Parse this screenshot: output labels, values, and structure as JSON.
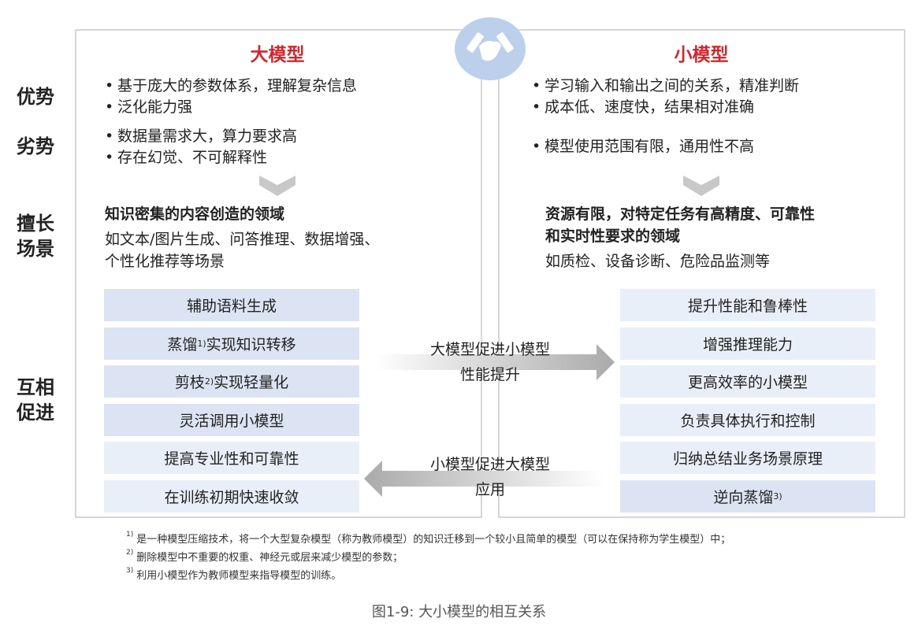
{
  "columns": {
    "big": {
      "title": "大模型"
    },
    "small": {
      "title": "小模型"
    }
  },
  "row_labels": {
    "advantage": "优势",
    "disadvantage": "劣势",
    "scene_1": "擅长",
    "scene_2": "场景",
    "mutual_1": "互相",
    "mutual_2": "促进"
  },
  "big": {
    "advantages": [
      "基于庞大的参数体系，理解复杂信息",
      "泛化能力强"
    ],
    "disadvantages": [
      "数据量需求大，算力要求高",
      "存在幻觉、不可解释性"
    ],
    "scene_title": "知识密集的内容创造的领域",
    "scene_desc": [
      "如文本/图片生成、问答推理、数据增强、",
      "个性化推荐等场景"
    ],
    "boxes": [
      {
        "text": "辅助语料生成",
        "sup": ""
      },
      {
        "text": "蒸馏",
        "sup": "1)",
        "rest": "实现知识转移"
      },
      {
        "text": "剪枝",
        "sup": "2)",
        "rest": "实现轻量化"
      },
      {
        "text": "灵活调用小模型",
        "sup": ""
      },
      {
        "text": "提高专业性和可靠性",
        "sup": ""
      },
      {
        "text": "在训练初期快速收敛",
        "sup": ""
      }
    ]
  },
  "small": {
    "advantages": [
      "学习输入和输出之间的关系，精准判断",
      "成本低、速度快，结果相对准确"
    ],
    "disadvantages": [
      "模型使用范围有限，通用性不高"
    ],
    "scene_title": [
      "资源有限，对特定任务有高精度、可靠性",
      "和实时性要求的领域"
    ],
    "scene_desc": [
      "如质检、设备诊断、危险品监测等"
    ],
    "boxes": [
      {
        "text": "提升性能和鲁棒性",
        "sup": ""
      },
      {
        "text": "增强推理能力",
        "sup": ""
      },
      {
        "text": "更高效率的小模型",
        "sup": ""
      },
      {
        "text": "负责具体执行和控制",
        "sup": ""
      },
      {
        "text": "归纳总结业务场景原理",
        "sup": ""
      },
      {
        "text": "逆向蒸馏",
        "sup": "3)"
      }
    ]
  },
  "arrows": {
    "to_small": [
      "大模型促进小模型",
      "性能提升"
    ],
    "to_big": [
      "小模型促进大模型",
      "应用"
    ]
  },
  "footnotes": [
    {
      "n": "1)",
      "text": "是一种模型压缩技术，将一个大型复杂模型（称为教师模型）的知识迁移到一个较小且简单的模型（可以在保持称为学生模型）中；"
    },
    {
      "n": "2)",
      "text": "删除模型中不重要的权重、神经元或层来减少模型的参数；"
    },
    {
      "n": "3)",
      "text": "利用小模型作为教师模型来指导模型的训练。"
    }
  ],
  "caption": "图1-9: 大小模型的相互关系",
  "colors": {
    "title_red": "#d0282e",
    "box_dark": "#dce4f3",
    "box_light": "#e9eff8",
    "circle": "#bcd0ec"
  }
}
